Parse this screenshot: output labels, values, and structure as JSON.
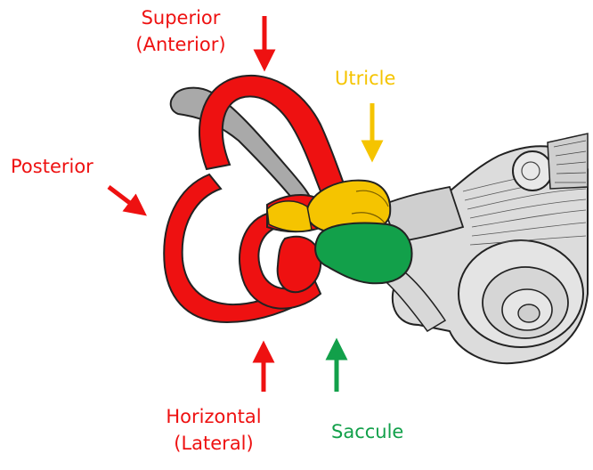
{
  "labels": {
    "superior_line1": "Superior",
    "superior_line2": "(Anterior)",
    "utricle": "Utricle",
    "posterior": "Posterior",
    "horizontal_line1": "Horizontal",
    "horizontal_line2": "(Lateral)",
    "saccule": "Saccule"
  },
  "colors": {
    "canals": "#ee1111",
    "utricle": "#f5c400",
    "saccule": "#12a04a",
    "duct": "#a9a9a9",
    "cochlea": "#dcdcdc",
    "outline": "#222222"
  }
}
